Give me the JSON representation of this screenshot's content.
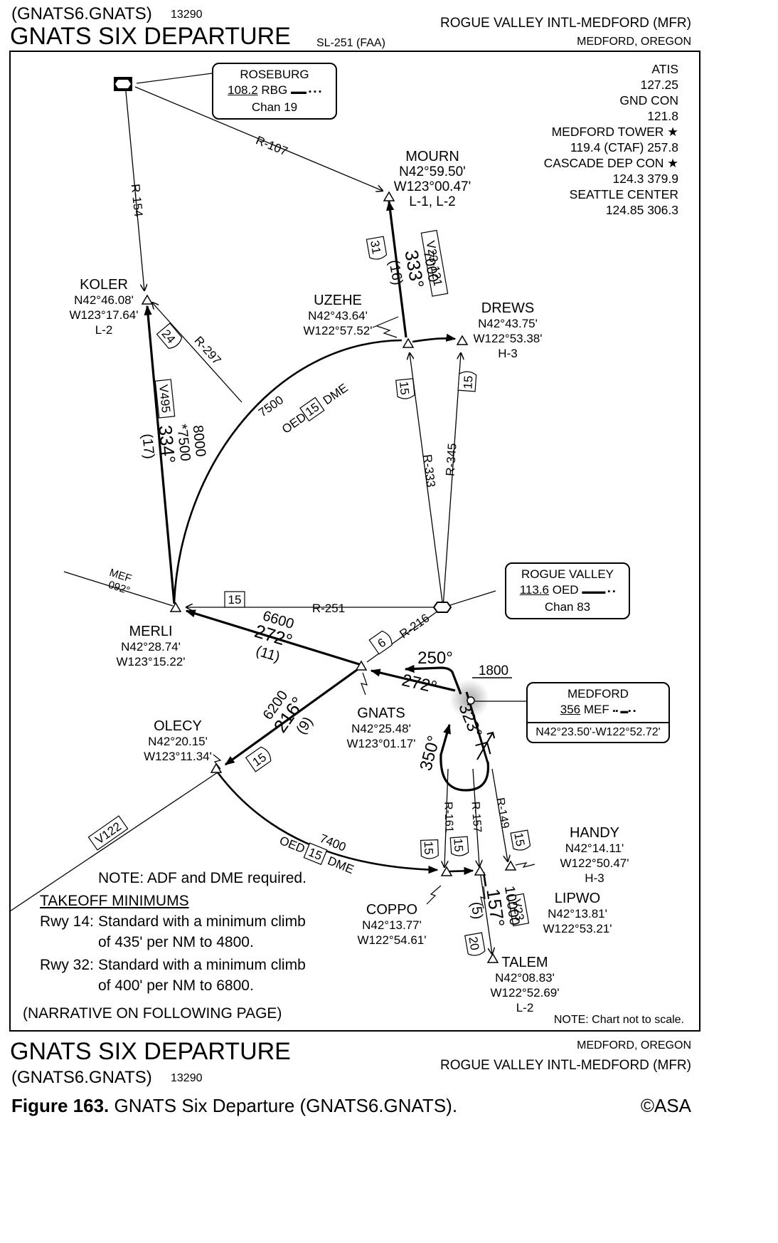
{
  "header": {
    "computer_code": "(GNATS6.GNATS)",
    "amendment": "13290",
    "procedure_name": "GNATS SIX DEPARTURE",
    "chart_id": "SL-251 (FAA)",
    "airport": "ROGUE VALLEY INTL-MEDFORD (MFR)",
    "city": "MEDFORD, OREGON"
  },
  "frequencies": [
    "ATIS",
    "127.25",
    "GND CON",
    "121.8",
    "MEDFORD TOWER ★",
    "119.4 (CTAF)  257.8",
    "CASCADE DEP CON ★",
    "124.3  379.9",
    "SEATTLE CENTER",
    "124.85  306.3"
  ],
  "navaids": {
    "roseburg": {
      "name": "ROSEBURG",
      "freq": "108.2",
      "ident": "RBG",
      "morse": "▬▬ ▪ ▪ ▪",
      "chan": "Chan 19"
    },
    "rogue_valley": {
      "name": "ROGUE VALLEY",
      "freq": "113.6",
      "ident": "OED",
      "morse": "▬▬▬ ▪ ▪",
      "chan": "Chan 83"
    },
    "medford": {
      "name": "MEDFORD",
      "freq": "356",
      "ident": "MEF",
      "morse": "▪▪ ▬▪ ▪",
      "coords": "N42°23.50'-W122°52.72'"
    }
  },
  "fixes": {
    "mourn": {
      "name": "MOURN",
      "lat": "N42°59.50'",
      "lon": "W123°00.47'",
      "chart": "L-1, L-2"
    },
    "koler": {
      "name": "KOLER",
      "lat": "N42°46.08'",
      "lon": "W123°17.64'",
      "chart": "L-2"
    },
    "uzehe": {
      "name": "UZEHE",
      "lat": "N42°43.64'",
      "lon": "W122°57.52'"
    },
    "drews": {
      "name": "DREWS",
      "lat": "N42°43.75'",
      "lon": "W122°53.38'",
      "chart": "H-3"
    },
    "merli": {
      "name": "MERLI",
      "lat": "N42°28.74'",
      "lon": "W123°15.22'"
    },
    "gnats": {
      "name": "GNATS",
      "lat": "N42°25.48'",
      "lon": "W123°01.17'"
    },
    "olecy": {
      "name": "OLECY",
      "lat": "N42°20.15'",
      "lon": "W123°11.34'"
    },
    "handy": {
      "name": "HANDY",
      "lat": "N42°14.11'",
      "lon": "W122°50.47'",
      "chart": "H-3"
    },
    "lipwo": {
      "name": "LIPWO",
      "lat": "N42°13.81'",
      "lon": "W122°53.21'"
    },
    "coppo": {
      "name": "COPPO",
      "lat": "N42°13.77'",
      "lon": "W122°54.61'"
    },
    "talem": {
      "name": "TALEM",
      "lat": "N42°08.83'",
      "lon": "W122°52.69'",
      "chart": "L-2"
    }
  },
  "route_labels": {
    "r107": "R-107",
    "r154": "R-154",
    "r297": "R-297",
    "r333": "R-333",
    "r345": "R-345",
    "r251": "R-251",
    "r216": "R-216",
    "r161": "R-161",
    "r157": "R-157",
    "r149": "R-149",
    "mef092": "MEF",
    "mef092_b": "092°",
    "v23_121": "V23-121",
    "v495": "V495",
    "v122": "V122",
    "v23": "V23",
    "mourn_leg": {
      "alt": "7000",
      "crs": "333°",
      "dist": "(16)",
      "dme": "31"
    },
    "koler_leg": {
      "alt": "8000",
      "alt2": "*7500",
      "crs": "334°",
      "dist": "(17)",
      "dme": "24"
    },
    "merli_leg": {
      "alt": "6600",
      "crs": "272°",
      "dist": "(11)",
      "dme": "6"
    },
    "olecy_leg": {
      "alt": "6200",
      "crs": "216°",
      "dist": "(9)",
      "dme": "15"
    },
    "talem_leg": {
      "alt": "10000",
      "crs": "157°",
      "dist": "(5)",
      "dme": "20"
    },
    "arc_north": {
      "alt": "7500",
      "prefix": "OED",
      "dme": "15",
      "suffix": "DME"
    },
    "arc_south": {
      "alt": "7400",
      "prefix": "OED",
      "dme": "15",
      "suffix": "DME"
    },
    "dme15": "15",
    "turn_250": "250°",
    "turn_1800": "1800",
    "rwy_272": "272°",
    "rwy_323": "323°",
    "rwy_350": "350°"
  },
  "notes": {
    "note": "NOTE:  ADF and DME required.",
    "takeoff_title": "TAKEOFF MINIMUMS",
    "rwy14_a": "Rwy 14:",
    "rwy14_b": "Standard with a minimum climb",
    "rwy14_c": "of 435' per NM to 4800.",
    "rwy32_a": "Rwy 32:",
    "rwy32_b": "Standard with a minimum climb",
    "rwy32_c": "of 400' per NM to 6800.",
    "narrative": "(NARRATIVE ON FOLLOWING PAGE)",
    "scale": "NOTE: Chart not to scale."
  },
  "footer": {
    "procedure_name": "GNATS SIX DEPARTURE",
    "computer_code": "(GNATS6.GNATS)",
    "amendment": "13290",
    "city": "MEDFORD, OREGON",
    "airport": "ROGUE VALLEY INTL-MEDFORD (MFR)"
  },
  "caption": {
    "figure": "Figure 163.",
    "text": " GNATS Six Departure (GNATS6.GNATS).",
    "credit": "©ASA"
  }
}
